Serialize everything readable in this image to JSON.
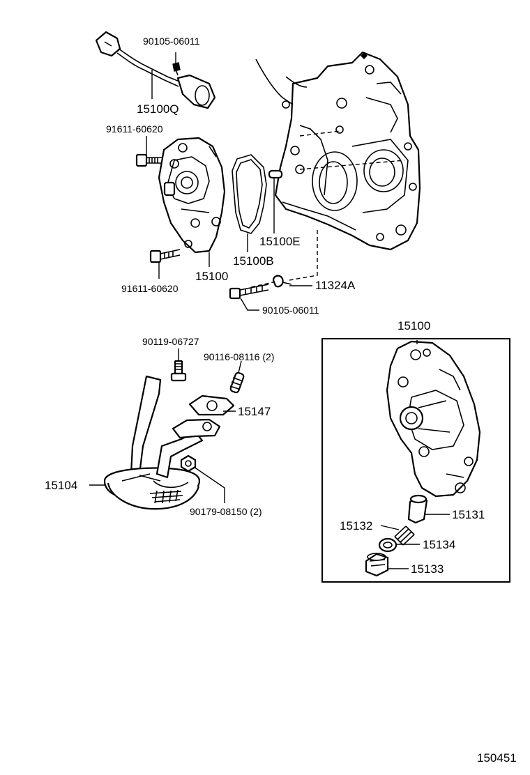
{
  "labels": {
    "bolt_top_90105": "90105-06011",
    "sensor_15100Q": "15100Q",
    "bolt_upper_91611": "91611-60620",
    "pump_15100E": "15100E",
    "gasket_15100B": "15100B",
    "pump_15100": "15100",
    "bolt_lower_91611": "91611-60620",
    "clip_11324A": "11324A",
    "bolt_lower_90105": "90105-06011",
    "bolt_90119": "90119-06727",
    "stud_90116": "90116-08116 (2)",
    "gasket_15147": "15147",
    "strainer_15104": "15104",
    "nut_90179": "90179-08150 (2)",
    "inset_15100": "15100",
    "valve_15131": "15131",
    "spring_15132": "15132",
    "washer_15134": "15134",
    "plug_15133": "15133",
    "figure_code": "150451"
  }
}
